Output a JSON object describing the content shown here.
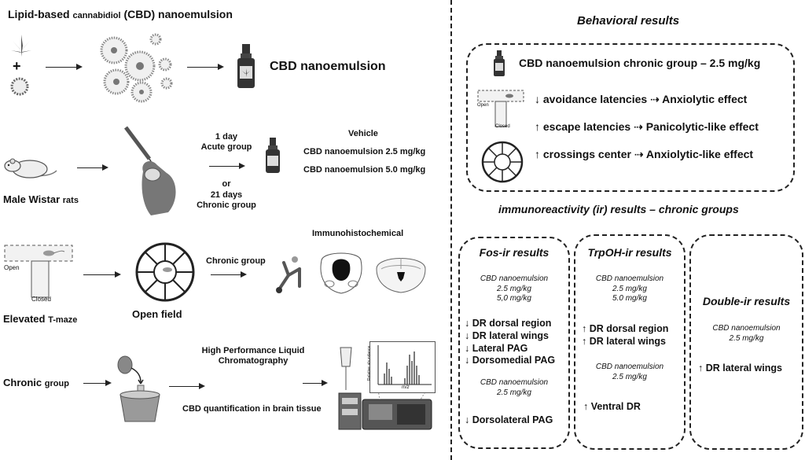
{
  "left": {
    "row1": {
      "title_main": "Lipid-based",
      "title_small": "cannabidiol",
      "title_tail": "(CBD) nanoemulsion",
      "product": "CBD nanoemulsion"
    },
    "row2": {
      "rats_main": "Male Wistar",
      "rats_small": "rats",
      "acute_days": "1 day",
      "acute_group": "Acute group",
      "or": "or",
      "chronic_days": "21 days",
      "chronic_group": "Chronic group",
      "doses": [
        "Vehicle",
        "CBD nanoemulsion 2.5 mg/kg",
        "CBD nanoemulsion 5.0 mg/kg"
      ]
    },
    "row3": {
      "maze_open": "Open",
      "maze_closed": "Closed",
      "maze_main": "Elevated",
      "maze_small": "T-maze",
      "open_field": "Open field",
      "chronic_group": "Chronic group",
      "immuno": "Immunohistochemical"
    },
    "row4": {
      "chronic_main": "Chronic",
      "chronic_small": "group",
      "hplc_line1": "High Performance Liquid",
      "hplc_line2": "Chromatography",
      "quant": "CBD quantification in brain tissue",
      "ms_ylabel": "Relative abundance",
      "ms_xlabel": "m/z"
    }
  },
  "right": {
    "behavioral_title": "Behavioral results",
    "behavioral": {
      "header": "CBD nanoemulsion chronic group  – 2.5 mg/kg",
      "maze_open": "Open",
      "maze_closed": "Closed",
      "results": [
        "↓ avoidance latencies ⇢ Anxiolytic effect",
        "↑ escape latencies ⇢ Panicolytic-like effect",
        "↑ crossings center ⇢ Anxiolytic-like effect"
      ]
    },
    "immuno_title": "immunoreactivity (ir) results – chronic groups",
    "fos": {
      "title": "Fos-ir results",
      "dose1": [
        "CBD nanoemulsion",
        "2.5 mg/kg",
        "5,0 mg/kg"
      ],
      "results1": [
        "↓ DR dorsal region",
        "↓ DR lateral wings",
        "↓ Lateral PAG",
        "↓ Dorsomedial PAG"
      ],
      "dose2": [
        "CBD nanoemulsion",
        "2.5 mg/kg"
      ],
      "results2": [
        "↓ Dorsolateral  PAG"
      ]
    },
    "trpoh": {
      "title": "TrpOH-ir results",
      "dose1": [
        "CBD nanoemulsion",
        "2.5 mg/kg",
        "5.0 mg/kg"
      ],
      "results1": [
        "↑ DR dorsal region",
        "↑ DR lateral wings"
      ],
      "dose2": [
        "CBD nanoemulsion",
        "2.5 mg/kg"
      ],
      "results2": [
        "↑ Ventral DR"
      ]
    },
    "double": {
      "title": "Double-ir results",
      "dose1": [
        "CBD nanoemulsion",
        "2.5 mg/kg"
      ],
      "results1": [
        "↑ DR lateral wings"
      ]
    }
  }
}
